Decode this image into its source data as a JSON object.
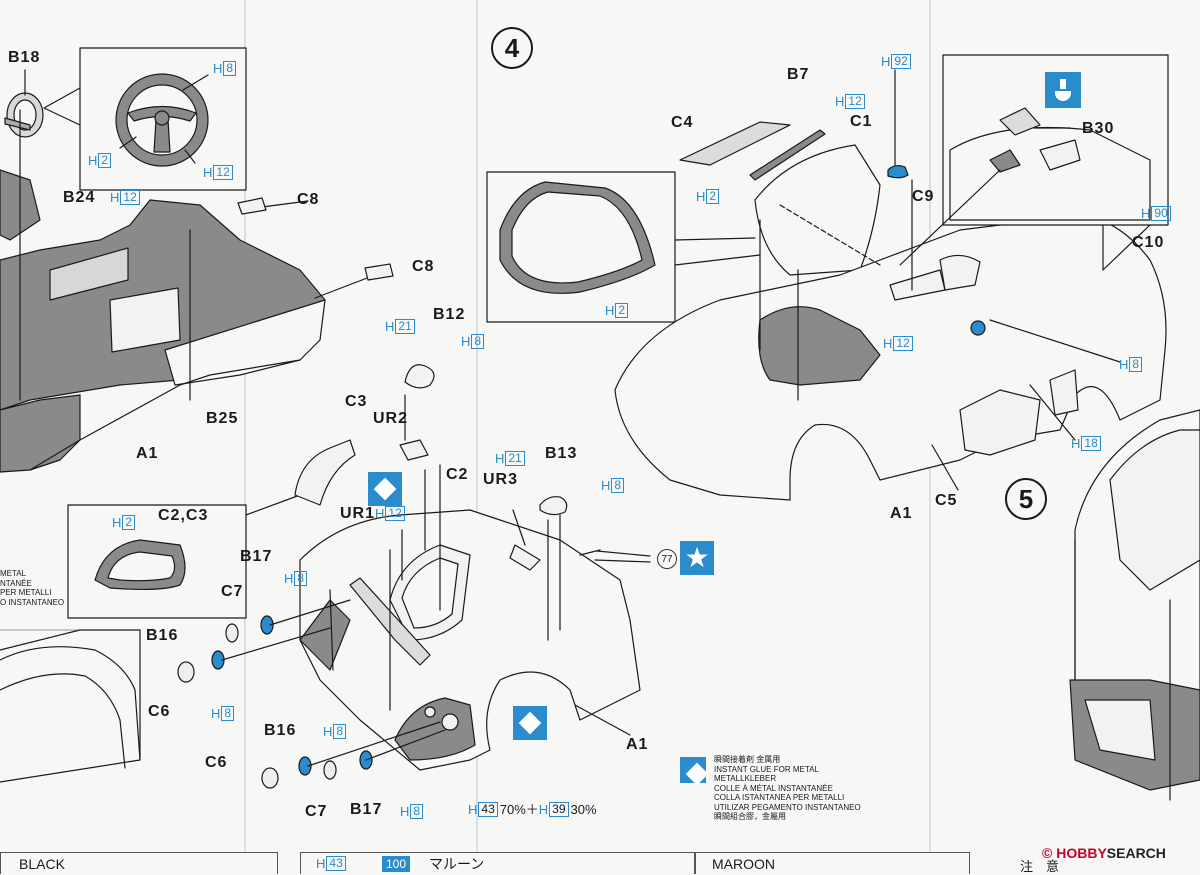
{
  "steps": {
    "step4": "4",
    "step5": "5"
  },
  "parts": {
    "b18": "B18",
    "b24": "B24",
    "b25": "B25",
    "a1_left": "A1",
    "c8_top": "C8",
    "c8_mid": "C8",
    "c2c3": "C2,C3",
    "c3": "C3",
    "ur2": "UR2",
    "ur1": "UR1",
    "b12": "B12",
    "b13": "B13",
    "ur3": "UR3",
    "c2": "C2",
    "b17_top": "B17",
    "c7_top": "C7",
    "b16_top": "B16",
    "c6_top": "C6",
    "b16_bot": "B16",
    "c6_bot": "C6",
    "c7_bot": "C7",
    "b17_bot": "B17",
    "a1_mid": "A1",
    "c4": "C4",
    "b7": "B7",
    "c1": "C1",
    "c9": "C9",
    "b30": "B30",
    "c10": "C10",
    "c5": "C5",
    "a1_right": "A1"
  },
  "paints": {
    "p_h8_wheel": {
      "pre": "H",
      "num": "8"
    },
    "p_h2_wheel": {
      "pre": "H",
      "num": "2"
    },
    "p_h12_wheel": {
      "pre": "H",
      "num": "12"
    },
    "p_h12_b24": {
      "pre": "H",
      "num": "12"
    },
    "p_h2_c2c3": {
      "pre": "H",
      "num": "2"
    },
    "p_h21_b12": {
      "pre": "H",
      "num": "21"
    },
    "p_h8_b12": {
      "pre": "H",
      "num": "8"
    },
    "p_h12_ur1": {
      "pre": "H",
      "num": "12"
    },
    "p_h21_b13": {
      "pre": "H",
      "num": "21"
    },
    "p_h8_b13": {
      "pre": "H",
      "num": "8"
    },
    "p_h8_b17top": {
      "pre": "H",
      "num": "8"
    },
    "p_h8_b16top": {
      "pre": "H",
      "num": "8"
    },
    "p_h8_b16bot": {
      "pre": "H",
      "num": "8"
    },
    "p_h8_b17bot": {
      "pre": "H",
      "num": "8"
    },
    "p_h12_b7": {
      "pre": "H",
      "num": "12"
    },
    "p_h2_c4": {
      "pre": "H",
      "num": "2"
    },
    "p_h2_window": {
      "pre": "H",
      "num": "2"
    },
    "p_h92": {
      "pre": "H",
      "num": "92"
    },
    "p_h90": {
      "pre": "H",
      "num": "90"
    },
    "p_h12_cockpit": {
      "pre": "H",
      "num": "12"
    },
    "p_h8_right": {
      "pre": "H",
      "num": "8"
    },
    "p_h18": {
      "pre": "H",
      "num": "18"
    }
  },
  "mix": {
    "pre1": "H",
    "num1": "43",
    "pct1": "70%＋",
    "pre2": "H",
    "num2": "39",
    "pct2": "30%"
  },
  "decal": "77",
  "glue_legend": [
    "瞬間接着剤  金属用",
    "INSTANT GLUE FOR METAL",
    "METALLKLEBER",
    "COLLE À MÉTAL INSTANTANÉE",
    "COLLA ISTANTANEA PER METALLI",
    "UTILIZAR PEGAMENTO INSTANTANEO",
    "瞬間組合膠，金屬用"
  ],
  "left_legend": [
    "METAL",
    "",
    "NTANÉE",
    "PER METALLI",
    "O INSTANTANEO"
  ],
  "bottom_bar": {
    "black": "BLACK",
    "h43": "H",
    "h43num": "43",
    "chip100": "100",
    "jp_maroon": "マルーン",
    "maroon": "MAROON",
    "jp_note": "注　意"
  },
  "watermark": {
    "logo_text": "HOBBY",
    "logo_text2": "SEARCH",
    "reg": "©"
  },
  "colors": {
    "accent": "#2a8ccc",
    "ink": "#1a1a1a",
    "shade": "#8a8a8a",
    "paper": "#f7f7f5"
  }
}
